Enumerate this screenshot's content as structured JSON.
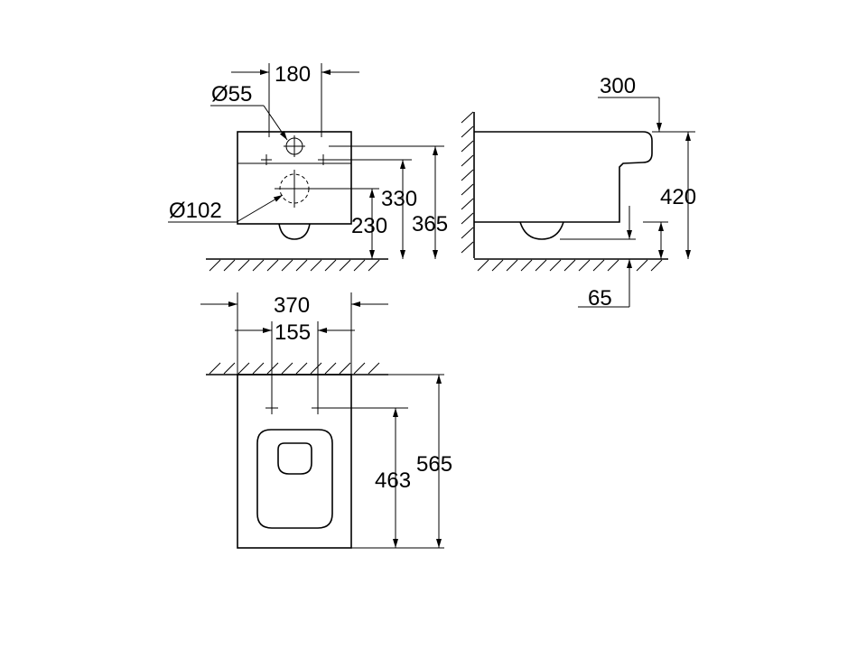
{
  "front_view": {
    "dim_width_top": "180",
    "dim_inlet_diameter": "Ø55",
    "dim_outlet_diameter": "Ø102",
    "dim_outlet_height": "330",
    "dim_bottom_height": "230",
    "dim_total_height": "365"
  },
  "side_view": {
    "dim_projection_top": "300",
    "dim_body_height": "420",
    "dim_floor_gap": "65"
  },
  "top_view": {
    "dim_overall_width": "370",
    "dim_fixing_spacing": "155",
    "dim_fixing_to_front": "463",
    "dim_overall_length": "565"
  }
}
